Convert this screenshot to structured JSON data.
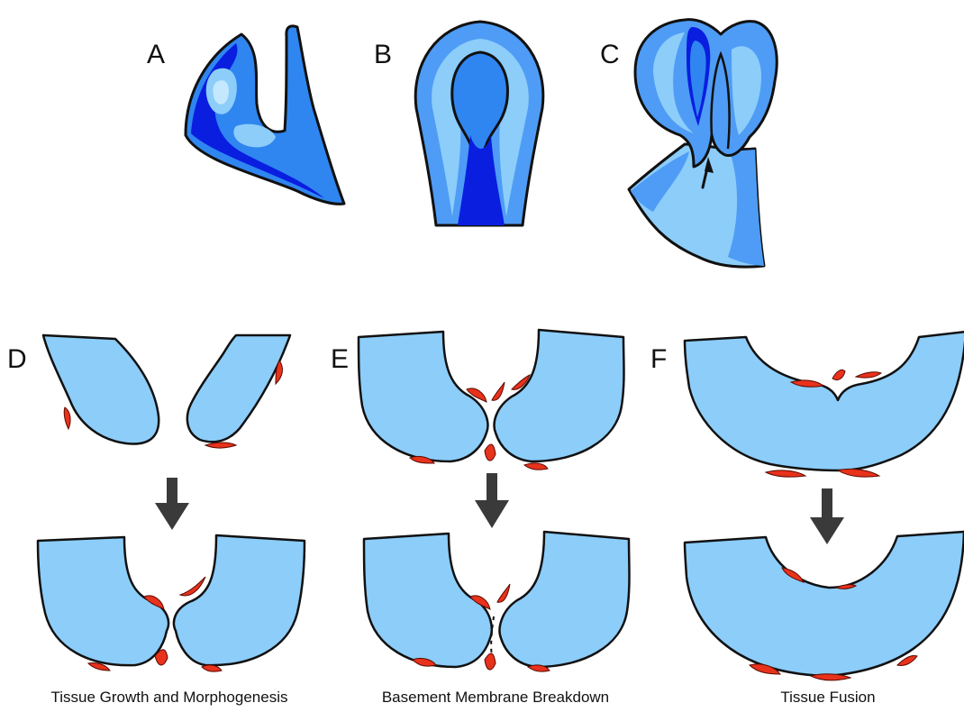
{
  "panels": {
    "A": "A",
    "B": "B",
    "C": "C",
    "D": "D",
    "E": "E",
    "F": "F"
  },
  "captions": {
    "d": "Tissue Growth and Morphogenesis",
    "e": "Basement Membrane Breakdown",
    "f": "Tissue Fusion"
  },
  "colors": {
    "dark_blue": "#0a1ee0",
    "mid_blue": "#2f86f0",
    "blue": "#4e9cf5",
    "light_blue": "#8ccdfa",
    "pale_blue": "#c4e8fd",
    "membrane_red": "#e8321c",
    "arrow_gray": "#3a3a3a",
    "outline": "#111111"
  },
  "icons": {
    "down_arrow": "down-arrow-icon",
    "pointer_arrow": "pointer-arrow-icon"
  }
}
